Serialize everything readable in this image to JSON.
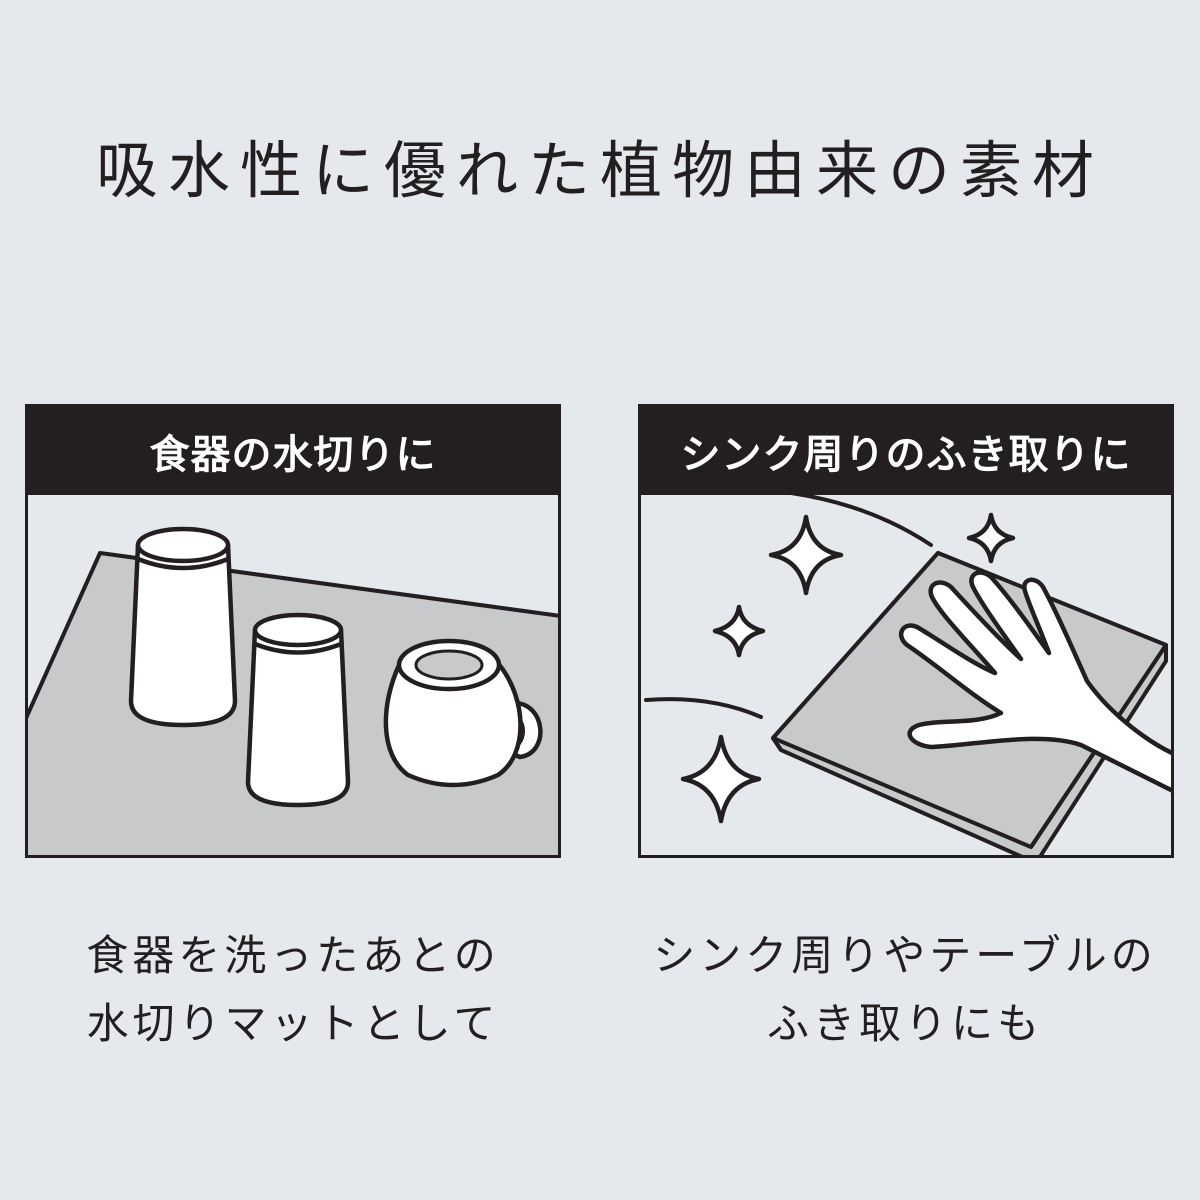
{
  "headline": "吸水性に優れた植物由来の素材",
  "panels": [
    {
      "title": "食器の水切りに",
      "illustration": "cups-and-mug-on-drying-mat",
      "caption_lines": [
        "食器を洗ったあとの",
        "水切りマットとして"
      ]
    },
    {
      "title": "シンク周りのふき取りに",
      "illustration": "hand-wiping-counter-with-sparkles",
      "caption_lines": [
        "シンク周りやテーブルの",
        "ふき取りにも"
      ]
    }
  ],
  "colors": {
    "background": "#e5e8ec",
    "ink": "#231f20",
    "mat_gray": "#c8c9ca",
    "object_white": "#ffffff"
  }
}
